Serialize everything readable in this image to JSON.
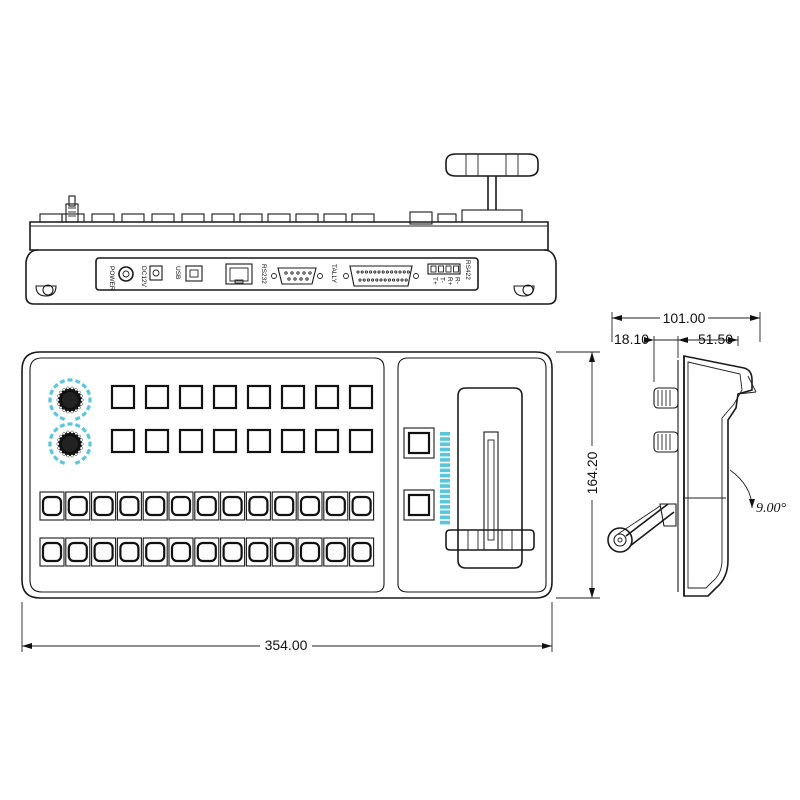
{
  "rear_panel": {
    "ports": [
      {
        "label": "POWER"
      },
      {
        "label": "DC12V"
      },
      {
        "label": "USB"
      },
      {
        "label": "RS232"
      },
      {
        "label": "TALLY"
      },
      {
        "label": "RS422"
      }
    ],
    "rs422_pins": [
      "T+",
      "T-",
      "R+",
      "R-"
    ]
  },
  "top_view": {
    "macro_button_rows": 2,
    "macro_buttons_per_row": 8,
    "bus_button_rows": 2,
    "bus_buttons_per_row": 13,
    "knobs": 2,
    "transition_buttons": 2,
    "tbar_led_count": 18
  },
  "dimensions": {
    "width": "354.00",
    "height": "164.20",
    "side_total": "101.00",
    "side_left": "18.10",
    "side_right": "51.50",
    "angle": "9.00°"
  },
  "colors": {
    "led": "#55c8e0",
    "line": "#1a1a1a"
  }
}
